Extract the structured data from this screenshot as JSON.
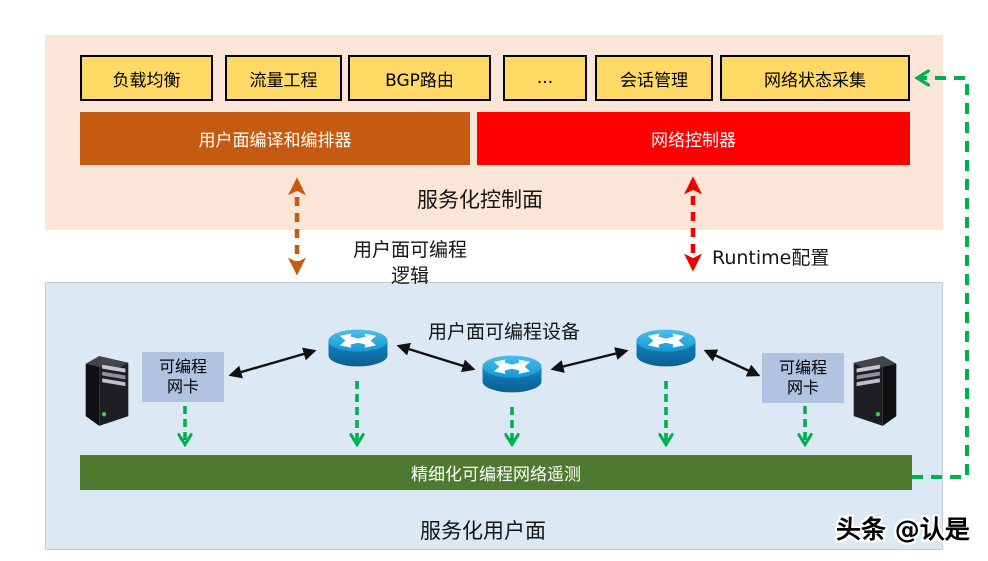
{
  "control_plane": {
    "title": "服务化控制面",
    "apps": [
      {
        "label": "负载均衡"
      },
      {
        "label": "流量工程"
      },
      {
        "label": "BGP路由"
      },
      {
        "label": "..."
      },
      {
        "label": "会话管理"
      },
      {
        "label": "网络状态采集"
      }
    ],
    "compiler_bar_label": "用户面编译和编排器",
    "controller_bar_label": "网络控制器"
  },
  "connections": {
    "programmable_logic_line1": "用户面可编程",
    "programmable_logic_line2": "逻辑",
    "runtime_config_label": "Runtime配置"
  },
  "user_plane": {
    "title": "服务化用户面",
    "devices_label": "用户面可编程设备",
    "nic": {
      "line1": "可编程",
      "line2": "网卡"
    },
    "telemetry_bar_label": "精细化可编程网络遥测"
  },
  "watermark": {
    "text": "头条 @认是"
  },
  "colors": {
    "control_plane_bg": "#FBE5D6",
    "user_plane_bg": "#DCE8F3",
    "app_box_bg": "#FFD966",
    "compiler_bar_bg": "#C55A11",
    "controller_bar_bg": "#FF0000",
    "telemetry_bar_bg": "#4E7A30",
    "nic_box_bg": "#B0C3E1",
    "green_accent": "#00B050",
    "orange_accent": "#C55A11",
    "red_accent": "#FF0000",
    "router_blue": "#2BA9E0"
  }
}
